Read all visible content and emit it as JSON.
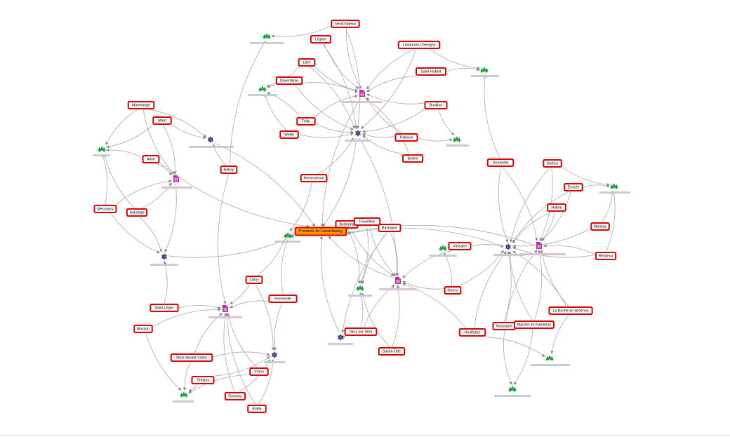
{
  "graph": {
    "hub": {
      "id": "province",
      "label": "Province de Luxembourg"
    },
    "places": [
      {
        "id": "neufchateau",
        "label": "Neufchâteau"
      },
      {
        "id": "leglise",
        "label": "Léglise"
      },
      {
        "id": "libramont",
        "label": "Libramont-Chevigny"
      },
      {
        "id": "libin",
        "label": "Libin"
      },
      {
        "id": "sainthubert",
        "label": "Saint-Hubert"
      },
      {
        "id": "daverdisse",
        "label": "Daverdisse"
      },
      {
        "id": "bouillon",
        "label": "Bouillon"
      },
      {
        "id": "tellin",
        "label": "Tellin"
      },
      {
        "id": "wellin",
        "label": "Wellin"
      },
      {
        "id": "paliseul",
        "label": "Paliseul"
      },
      {
        "id": "bertrix",
        "label": "Bertrix"
      },
      {
        "id": "martelange",
        "label": "Martelange"
      },
      {
        "id": "attert",
        "label": "Attert"
      },
      {
        "id": "arlon",
        "label": "Arlon"
      },
      {
        "id": "habay",
        "label": "Habay"
      },
      {
        "id": "messancy",
        "label": "Messancy"
      },
      {
        "id": "aubange",
        "label": "Aubange"
      },
      {
        "id": "herbeumont",
        "label": "Herbeumont"
      },
      {
        "id": "bertogne",
        "label": "Bertogne"
      },
      {
        "id": "fauvillers",
        "label": "Fauvillers"
      },
      {
        "id": "bastogne",
        "label": "Bastogne"
      },
      {
        "id": "tenneville",
        "label": "Tenneville"
      },
      {
        "id": "durbuy",
        "label": "Durbuy"
      },
      {
        "id": "erezee",
        "label": "Erezée"
      },
      {
        "id": "hotton",
        "label": "Hotton"
      },
      {
        "id": "manhay",
        "label": "Manhay"
      },
      {
        "id": "rendeux",
        "label": "Rendeux"
      },
      {
        "id": "vielsalm",
        "label": "Vielsalm"
      },
      {
        "id": "gouvy",
        "label": "Gouvy"
      },
      {
        "id": "chiny",
        "label": "Chiny"
      },
      {
        "id": "florenville",
        "label": "Florenville"
      },
      {
        "id": "saintleger",
        "label": "Saint-Léger"
      },
      {
        "id": "musson",
        "label": "Musson"
      },
      {
        "id": "meix",
        "label": "Meix-devant-Virton"
      },
      {
        "id": "virton",
        "label": "Virton"
      },
      {
        "id": "tintigny",
        "label": "Tintigny"
      },
      {
        "id": "rouvroy",
        "label": "Rouvroy"
      },
      {
        "id": "etalle",
        "label": "Étalle"
      },
      {
        "id": "vaux",
        "label": "Vaux-sur-Sûre"
      },
      {
        "id": "sainteode",
        "label": "Sainte-Ode"
      },
      {
        "id": "houffalize",
        "label": "Houffalize"
      },
      {
        "id": "nassogne",
        "label": "Nassogne"
      },
      {
        "id": "marche",
        "label": "Marche-en-Famenne"
      },
      {
        "id": "laroche",
        "label": "La Roche-en-Ardenne"
      }
    ],
    "categories": [
      {
        "id": "tree1",
        "kind": "tree"
      },
      {
        "id": "tree2",
        "kind": "tree"
      },
      {
        "id": "tree3",
        "kind": "tree"
      },
      {
        "id": "tree4",
        "kind": "tree"
      },
      {
        "id": "tree5",
        "kind": "tree"
      },
      {
        "id": "tree6",
        "kind": "tree"
      },
      {
        "id": "tree7",
        "kind": "tree"
      },
      {
        "id": "tree8",
        "kind": "tree"
      },
      {
        "id": "tree9",
        "kind": "tree"
      },
      {
        "id": "tree10",
        "kind": "tree"
      },
      {
        "id": "tree11",
        "kind": "tree"
      },
      {
        "id": "tree12",
        "kind": "tree"
      },
      {
        "id": "tree13",
        "kind": "tree"
      },
      {
        "id": "star1",
        "kind": "star"
      },
      {
        "id": "star2",
        "kind": "star"
      },
      {
        "id": "star3",
        "kind": "star"
      },
      {
        "id": "star4",
        "kind": "star"
      },
      {
        "id": "star5",
        "kind": "star"
      },
      {
        "id": "star6",
        "kind": "star"
      },
      {
        "id": "doc1",
        "kind": "document"
      },
      {
        "id": "doc2",
        "kind": "document"
      },
      {
        "id": "doc3",
        "kind": "document"
      },
      {
        "id": "doc4",
        "kind": "document"
      },
      {
        "id": "doc5",
        "kind": "document"
      }
    ],
    "edges": [
      [
        "neufchateau",
        "tree1"
      ],
      [
        "neufchateau",
        "doc1"
      ],
      [
        "neufchateau",
        "star1"
      ],
      [
        "leglise",
        "doc1"
      ],
      [
        "leglise",
        "star1"
      ],
      [
        "libramont",
        "doc1"
      ],
      [
        "libramont",
        "star1"
      ],
      [
        "libramont",
        "tree2"
      ],
      [
        "libin",
        "tree3"
      ],
      [
        "libin",
        "doc1"
      ],
      [
        "libin",
        "star1"
      ],
      [
        "sainthubert",
        "doc1"
      ],
      [
        "sainthubert",
        "tree2"
      ],
      [
        "daverdisse",
        "tree3"
      ],
      [
        "daverdisse",
        "doc1"
      ],
      [
        "daverdisse",
        "star1"
      ],
      [
        "bouillon",
        "doc1"
      ],
      [
        "bouillon",
        "tree4"
      ],
      [
        "bouillon",
        "star1"
      ],
      [
        "tellin",
        "tree3"
      ],
      [
        "tellin",
        "doc1"
      ],
      [
        "tellin",
        "star1"
      ],
      [
        "wellin",
        "tree3"
      ],
      [
        "wellin",
        "star1"
      ],
      [
        "paliseul",
        "doc1"
      ],
      [
        "paliseul",
        "tree4"
      ],
      [
        "paliseul",
        "star1"
      ],
      [
        "bertrix",
        "doc1"
      ],
      [
        "bertrix",
        "star1"
      ],
      [
        "martelange",
        "tree5"
      ],
      [
        "martelange",
        "star2"
      ],
      [
        "martelange",
        "doc2"
      ],
      [
        "attert",
        "tree5"
      ],
      [
        "attert",
        "star2"
      ],
      [
        "attert",
        "doc2"
      ],
      [
        "arlon",
        "tree5"
      ],
      [
        "arlon",
        "doc2"
      ],
      [
        "arlon",
        "province"
      ],
      [
        "habay",
        "star2"
      ],
      [
        "habay",
        "doc3"
      ],
      [
        "habay",
        "tree1"
      ],
      [
        "messancy",
        "tree5"
      ],
      [
        "messancy",
        "doc2"
      ],
      [
        "messancy",
        "star3"
      ],
      [
        "aubange",
        "tree5"
      ],
      [
        "aubange",
        "doc2"
      ],
      [
        "aubange",
        "star3"
      ],
      [
        "herbeumont",
        "star1"
      ],
      [
        "herbeumont",
        "tree6"
      ],
      [
        "bertogne",
        "province"
      ],
      [
        "bertogne",
        "tree7"
      ],
      [
        "bertogne",
        "doc4"
      ],
      [
        "fauvillers",
        "tree7"
      ],
      [
        "fauvillers",
        "doc4"
      ],
      [
        "fauvillers",
        "province"
      ],
      [
        "bastogne",
        "tree7"
      ],
      [
        "bastogne",
        "doc4"
      ],
      [
        "bastogne",
        "star6"
      ],
      [
        "tenneville",
        "tree2"
      ],
      [
        "tenneville",
        "star5"
      ],
      [
        "tenneville",
        "doc5"
      ],
      [
        "durbuy",
        "star5"
      ],
      [
        "durbuy",
        "doc5"
      ],
      [
        "durbuy",
        "tree8"
      ],
      [
        "erezee",
        "tree8"
      ],
      [
        "erezee",
        "star5"
      ],
      [
        "erezee",
        "doc5"
      ],
      [
        "hotton",
        "star5"
      ],
      [
        "hotton",
        "doc5"
      ],
      [
        "manhay",
        "tree8"
      ],
      [
        "manhay",
        "star5"
      ],
      [
        "rendeux",
        "tree8"
      ],
      [
        "rendeux",
        "star5"
      ],
      [
        "rendeux",
        "doc5"
      ],
      [
        "vielsalm",
        "tree9"
      ],
      [
        "vielsalm",
        "doc4"
      ],
      [
        "vielsalm",
        "star5"
      ],
      [
        "gouvy",
        "tree9"
      ],
      [
        "gouvy",
        "doc4"
      ],
      [
        "gouvy",
        "star5"
      ],
      [
        "chiny",
        "doc3"
      ],
      [
        "chiny",
        "tree6"
      ],
      [
        "chiny",
        "star4"
      ],
      [
        "florenville",
        "doc3"
      ],
      [
        "florenville",
        "tree6"
      ],
      [
        "florenville",
        "star4"
      ],
      [
        "saintleger",
        "doc3"
      ],
      [
        "saintleger",
        "star3"
      ],
      [
        "musson",
        "doc3"
      ],
      [
        "musson",
        "tree10"
      ],
      [
        "meix",
        "star4"
      ],
      [
        "meix",
        "tree10"
      ],
      [
        "meix",
        "doc3"
      ],
      [
        "virton",
        "tree10"
      ],
      [
        "virton",
        "doc3"
      ],
      [
        "tintigny",
        "star4"
      ],
      [
        "tintigny",
        "tree10"
      ],
      [
        "rouvroy",
        "star4"
      ],
      [
        "rouvroy",
        "doc3"
      ],
      [
        "etalle",
        "star4"
      ],
      [
        "etalle",
        "doc3"
      ],
      [
        "vaux",
        "tree7"
      ],
      [
        "vaux",
        "doc4"
      ],
      [
        "vaux",
        "star6"
      ],
      [
        "sainteode",
        "tree7"
      ],
      [
        "sainteode",
        "doc4"
      ],
      [
        "houffalize",
        "star5"
      ],
      [
        "houffalize",
        "doc4"
      ],
      [
        "houffalize",
        "tree11"
      ],
      [
        "nassogne",
        "star5"
      ],
      [
        "nassogne",
        "doc5"
      ],
      [
        "nassogne",
        "tree12"
      ],
      [
        "marche",
        "star5"
      ],
      [
        "marche",
        "doc5"
      ],
      [
        "marche",
        "tree12"
      ],
      [
        "laroche",
        "star5"
      ],
      [
        "laroche",
        "doc5"
      ],
      [
        "laroche",
        "tree11"
      ],
      [
        "star1",
        "province"
      ],
      [
        "doc1",
        "province"
      ],
      [
        "star2",
        "province"
      ],
      [
        "star3",
        "province"
      ],
      [
        "doc4",
        "province"
      ],
      [
        "star5",
        "province"
      ],
      [
        "star6",
        "province"
      ],
      [
        "tree6",
        "province"
      ],
      [
        "star1",
        "doc4"
      ],
      [
        "doc5",
        "province"
      ],
      [
        "doc2",
        "star3"
      ]
    ]
  },
  "colors": {
    "label_border": "#e00000",
    "hub_fill": "#ff9900",
    "edge": "#b3b3b3",
    "tree": "#1a9e3a",
    "star": "#3a2f7a",
    "document": "#c42aa8"
  }
}
